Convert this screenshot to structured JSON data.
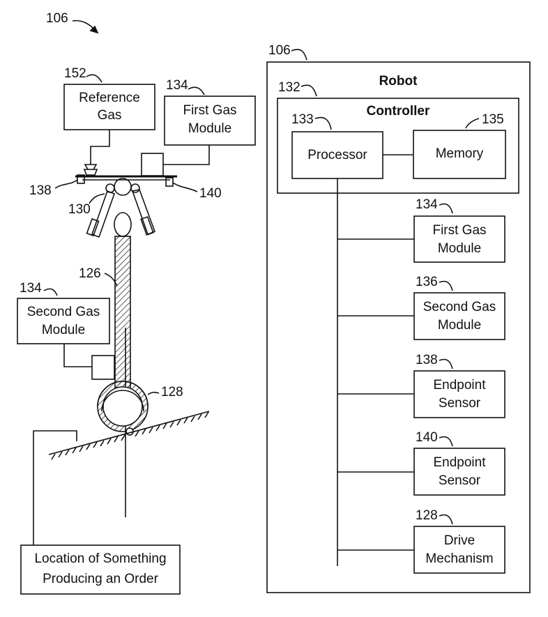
{
  "figure_ref": "106",
  "left": {
    "reference_gas": {
      "ref": "152",
      "line1": "Reference",
      "line2": "Gas"
    },
    "first_gas_module": {
      "ref": "134",
      "line1": "First Gas",
      "line2": "Module"
    },
    "second_gas_module": {
      "ref": "134",
      "line1": "Second Gas",
      "line2": "Module"
    },
    "endpoint_sensor_left": {
      "ref": "138"
    },
    "endpoint_sensor_right": {
      "ref": "140"
    },
    "arm_assembly": {
      "ref": "130"
    },
    "tether": {
      "ref": "126"
    },
    "drive_mechanism": {
      "ref": "128"
    },
    "location": {
      "line1": "Location of Something",
      "line2": "Producing an Order"
    }
  },
  "right": {
    "robot": {
      "ref": "106",
      "title": "Robot"
    },
    "controller": {
      "ref": "132",
      "title": "Controller"
    },
    "processor": {
      "ref": "133",
      "label": "Processor"
    },
    "memory": {
      "ref": "135",
      "label": "Memory"
    },
    "modules": [
      {
        "ref": "134",
        "line1": "First Gas",
        "line2": "Module"
      },
      {
        "ref": "136",
        "line1": "Second Gas",
        "line2": "Module"
      },
      {
        "ref": "138",
        "line1": "Endpoint",
        "line2": "Sensor"
      },
      {
        "ref": "140",
        "line1": "Endpoint",
        "line2": "Sensor"
      },
      {
        "ref": "128",
        "line1": "Drive",
        "line2": "Mechanism"
      }
    ]
  }
}
